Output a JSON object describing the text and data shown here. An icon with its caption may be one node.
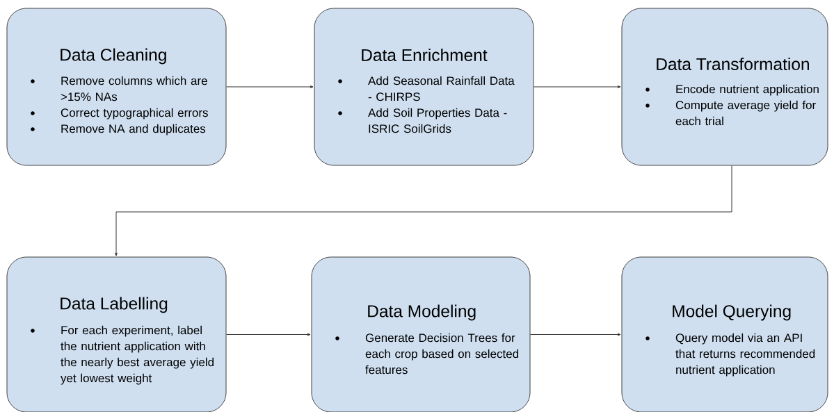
{
  "diagram": {
    "nodes": [
      {
        "text": [
          "Data Cleaning",
          "Remove columns which are >15% NAs",
          "Correct typographical errors",
          "Remove NA and duplicates"
        ]
      },
      {
        "text": [
          "Data Enrichment",
          "Add Seasonal Rainfall Data - CHIRPS",
          "Add Soil Properties Data - ISRIC SoilGrids"
        ]
      },
      {
        "text": [
          "Data Transformation",
          "Encode nutrient application",
          "Compute average yield for each trial"
        ]
      },
      {
        "text": [
          "Data Labelling",
          "For each experiment, label the nutrient application with the nearly best average yield yet lowest weight"
        ]
      },
      {
        "text": [
          "Data Modeling",
          "Generate Decision Trees for each crop based on selected features"
        ]
      },
      {
        "text": [
          "Model Querying",
          "Query model via an API that returns recommended nutrient application"
        ]
      }
    ],
    "edges": [
      {
        "from": 0,
        "to": 1,
        "arrow": "to"
      },
      {
        "from": 1,
        "to": 2,
        "arrow": "to"
      },
      {
        "from": 2,
        "to": 3,
        "arrow": "to"
      },
      {
        "from": 3,
        "to": 4,
        "arrow": "to"
      },
      {
        "from": 4,
        "to": 5,
        "arrow": "to"
      }
    ]
  }
}
